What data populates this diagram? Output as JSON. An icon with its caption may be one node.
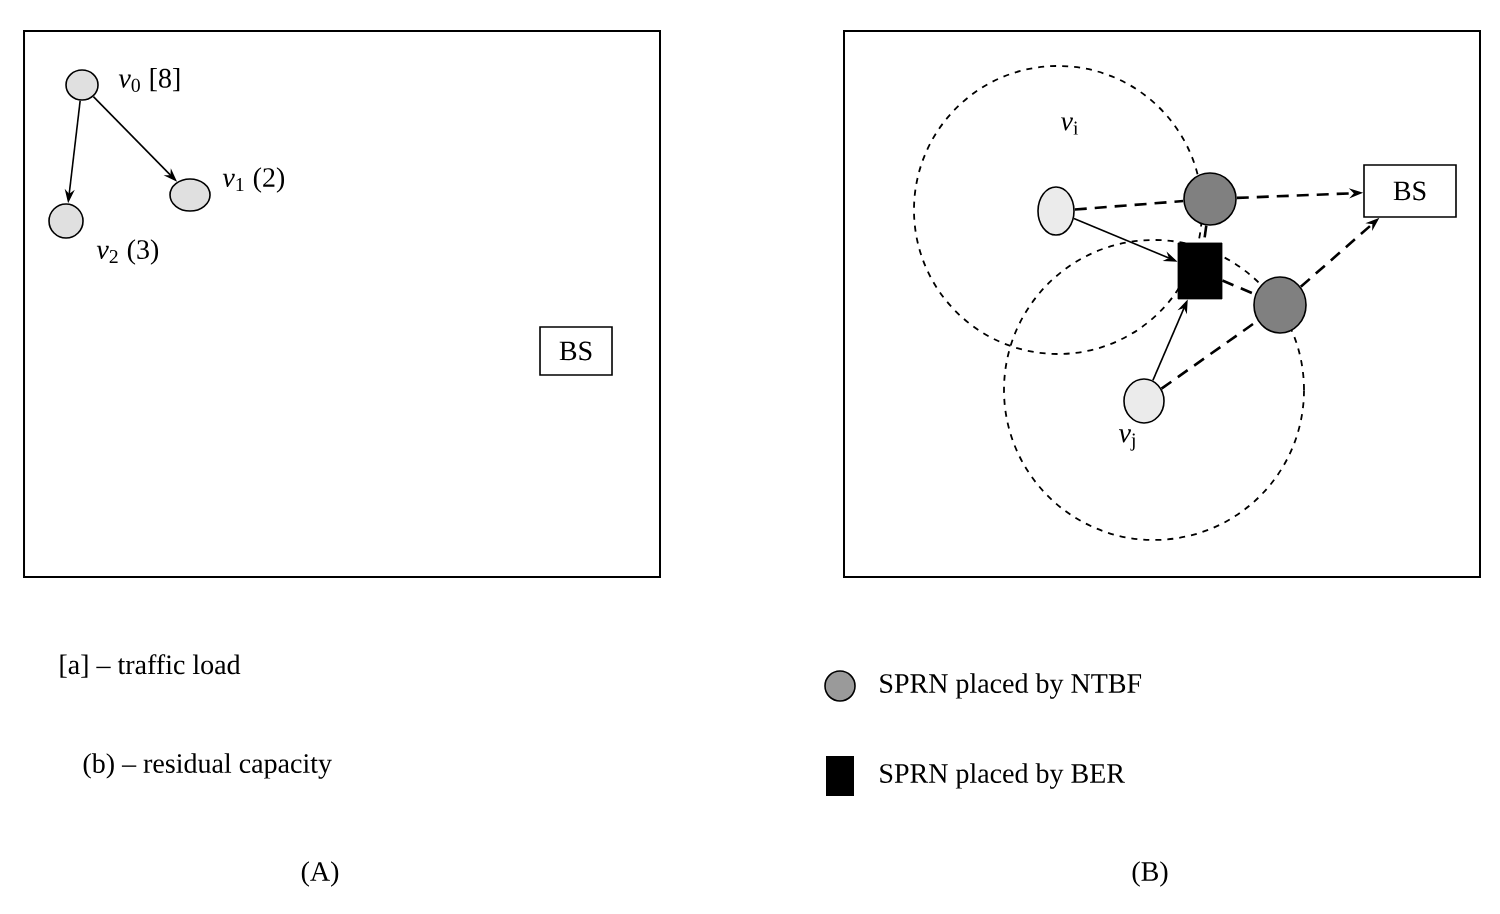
{
  "diagram": {
    "nodes": [
      {
        "text": [],
        "shape": "box"
      },
      {
        "text": [],
        "shape": "circle",
        "beside": [
          "*v*$_{0}$ [8]"
        ],
        "in": 0
      },
      {
        "text": [],
        "shape": "circle",
        "beside": [
          "*v*$_{1}$ (2)"
        ],
        "in": 0
      },
      {
        "text": [],
        "shape": "circle",
        "beside": [
          "*v*$_{2}$ (3)"
        ],
        "in": 0
      },
      {
        "text": [
          "BS"
        ],
        "in": 0
      },
      {
        "text": [],
        "shape": "box"
      },
      {
        "text": [],
        "shape": "circle",
        "beside": [
          "*v*$_{i}$"
        ],
        "in": 5
      },
      {
        "text": [],
        "shape": "circle",
        "in": 5
      },
      {
        "text": [
          "BS"
        ],
        "in": 5
      },
      {
        "text": [],
        "shape": "box",
        "in": 5
      },
      {
        "text": [],
        "shape": "circle",
        "in": 5
      },
      {
        "text": [],
        "shape": "circle",
        "beside": [
          "*v*$_{j}$"
        ],
        "in": 5
      }
    ],
    "edges": [
      {
        "from": 1,
        "to": 3,
        "arrow": "to"
      },
      {
        "from": 1,
        "to": 2,
        "arrow": "to"
      },
      {
        "from": 6,
        "to": 7,
        "arrow": "none",
        "style": "dashed"
      },
      {
        "from": 7,
        "to": 8,
        "arrow": "to",
        "style": "dashed"
      },
      {
        "from": 6,
        "to": 9,
        "arrow": "to"
      },
      {
        "from": 7,
        "to": 9,
        "arrow": "none",
        "style": "dashed"
      },
      {
        "from": 9,
        "to": 10,
        "arrow": "none",
        "style": "dashed"
      },
      {
        "from": 11,
        "to": 9,
        "arrow": "to"
      },
      {
        "from": 11,
        "to": 10,
        "arrow": "none",
        "style": "dashed"
      },
      {
        "from": 10,
        "to": 8,
        "arrow": "to",
        "style": "dashed"
      }
    ],
    "labels": [
      "[a] – traffic load",
      "(b) – residual capacity",
      "(A)",
      "(B)"
    ],
    "legend": [
      {
        "text": "SPRN placed by NTBF",
        "color": "#9a9a9a"
      },
      {
        "text": "SPRN placed by BER",
        "color": "#000000"
      }
    ]
  }
}
